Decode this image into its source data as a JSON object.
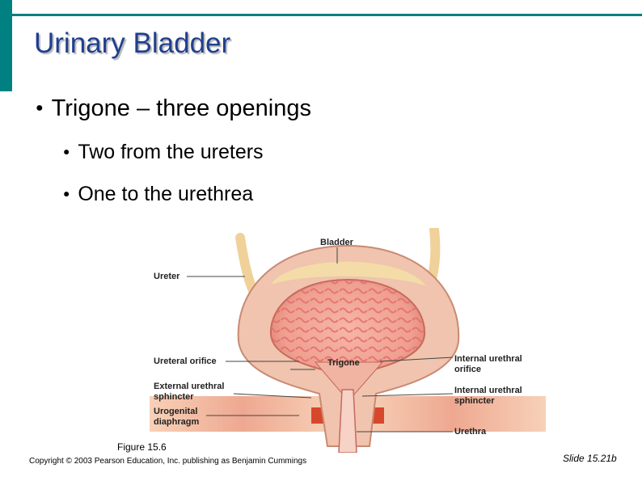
{
  "slide": {
    "title": "Urinary Bladder",
    "bullets": {
      "main": "Trigone – three openings",
      "sub1": "Two from the ureters",
      "sub2": "One to the urethrea"
    },
    "figure": {
      "labels": {
        "bladder": "Bladder",
        "ureter": "Ureter",
        "ureteral_orifice": "Ureteral orifice",
        "trigone": "Trigone",
        "internal_orifice_1": "Internal urethral",
        "internal_orifice_2": "orifice",
        "external_sphincter_1": "External urethral",
        "external_sphincter_2": "sphincter",
        "internal_sphincter_1": "Internal urethral",
        "internal_sphincter_2": "sphincter",
        "urogenital_1": "Urogenital",
        "urogenital_2": "diaphragm",
        "urethra": "Urethra"
      },
      "caption": "Figure 15.6"
    },
    "copyright": "Copyright © 2003 Pearson Education, Inc. publishing as Benjamin Cummings",
    "slide_number": "Slide 15.21b"
  }
}
